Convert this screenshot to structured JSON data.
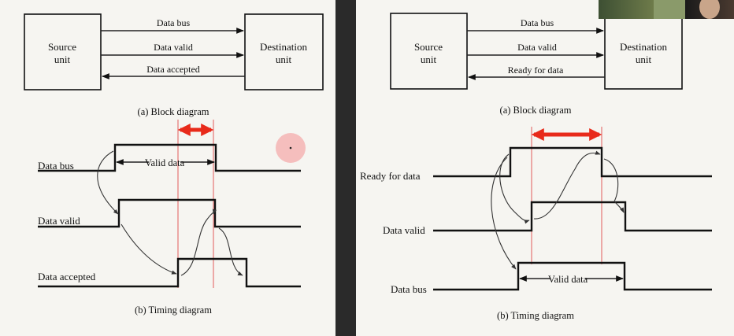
{
  "left_panel": {
    "block": {
      "source_label": [
        "Source",
        "unit"
      ],
      "dest_label": [
        "Destination",
        "unit"
      ],
      "signal_1": "Data bus",
      "signal_2": "Data valid",
      "signal_3": "Data accepted",
      "caption": "(a) Block diagram"
    },
    "timing": {
      "row_1": "Data bus",
      "row_2": "Data valid",
      "row_3": "Data accepted",
      "valid_data": "Valid data",
      "caption": "(b) Timing diagram"
    }
  },
  "right_panel": {
    "block": {
      "source_label": [
        "Source",
        "unit"
      ],
      "dest_label": [
        "Destination",
        "unit"
      ],
      "signal_1": "Data bus",
      "signal_2": "Data valid",
      "signal_3": "Ready for data",
      "caption": "(a) Block diagram"
    },
    "timing": {
      "row_1": "Ready for data",
      "row_2": "Data valid",
      "row_3": "Data bus",
      "valid_data": "Valid data",
      "caption": "(b) Timing diagram"
    }
  },
  "colors": {
    "annotation_red": "#e82a1a",
    "cursor_highlight": "#f4b4b4",
    "paper": "#f6f5f1",
    "ink": "#111111"
  },
  "icons": [
    "cursor-highlight-icon",
    "webcam-feed"
  ]
}
